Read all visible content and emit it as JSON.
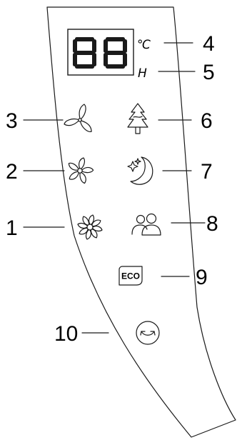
{
  "display": {
    "digits": "88",
    "unit_celsius": "℃",
    "unit_humidity": "H"
  },
  "eco_label": "ECO",
  "callouts": [
    {
      "id": "4",
      "label": "4",
      "target": "celsius-indicator"
    },
    {
      "id": "5",
      "label": "5",
      "target": "humidity-indicator"
    },
    {
      "id": "3",
      "label": "3",
      "target": "fan-speed-low-icon"
    },
    {
      "id": "6",
      "label": "6",
      "target": "natural-wind-icon"
    },
    {
      "id": "2",
      "label": "2",
      "target": "fan-speed-medium-icon"
    },
    {
      "id": "7",
      "label": "7",
      "target": "sleep-mode-icon"
    },
    {
      "id": "1",
      "label": "1",
      "target": "fan-speed-high-icon"
    },
    {
      "id": "8",
      "label": "8",
      "target": "child-lock-icon"
    },
    {
      "id": "9",
      "label": "9",
      "target": "eco-button"
    },
    {
      "id": "10",
      "label": "10",
      "target": "swing-button"
    }
  ],
  "icons": {
    "fan_low": "fan-3-blade-icon",
    "fan_medium": "fan-5-blade-icon",
    "fan_high": "fan-8-blade-icon",
    "natural_wind": "tree-icon",
    "sleep": "moon-stars-icon",
    "child_lock": "people-icon",
    "eco": "eco-icon",
    "swing": "swing-circle-icon"
  },
  "colors": {
    "ink": "#1a1a1a",
    "background": "#ffffff"
  }
}
